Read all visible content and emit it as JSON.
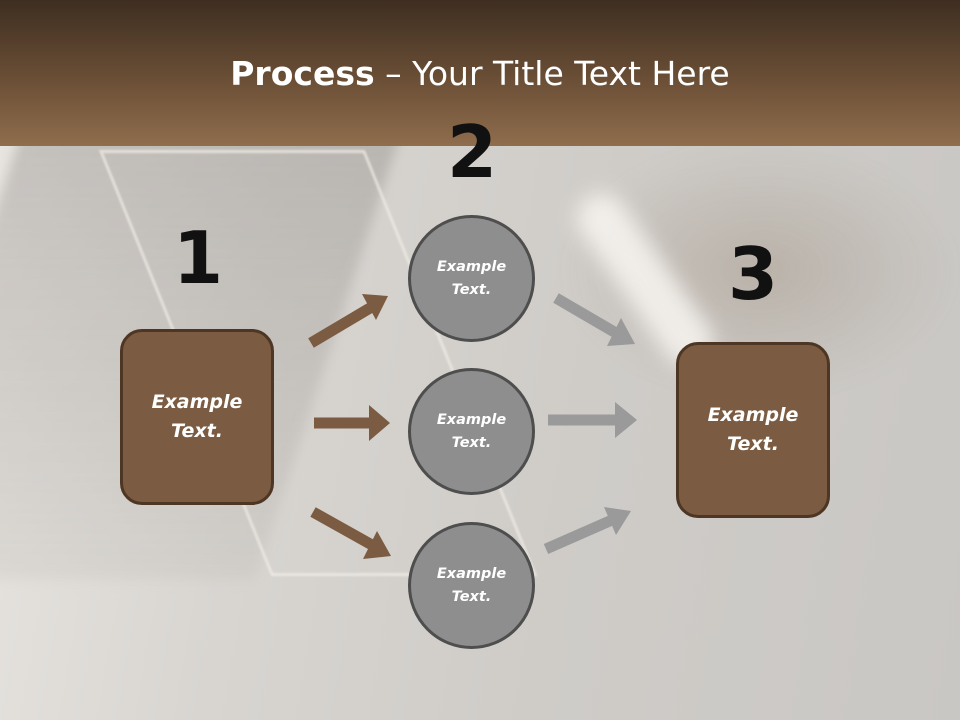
{
  "title": {
    "bold": "Process",
    "rest": " – Your Title Text Here"
  },
  "steps": {
    "one": {
      "number": "1",
      "label": "Example Text."
    },
    "two": {
      "number": "2",
      "items": [
        {
          "label": "Example Text."
        },
        {
          "label": "Example Text."
        },
        {
          "label": "Example Text."
        }
      ]
    },
    "three": {
      "number": "3",
      "label": "Example Text."
    }
  },
  "colors": {
    "title_bar": "#6b4f36",
    "box_fill": "#7b5b41",
    "box_border": "#4d3623",
    "circle_fill": "#8e8e8e",
    "circle_border": "#4e4e4e",
    "brown_arrow": "#7b5b41",
    "gray_arrow": "#9a9a9a"
  },
  "icons": [
    "arrow-right-icon"
  ]
}
